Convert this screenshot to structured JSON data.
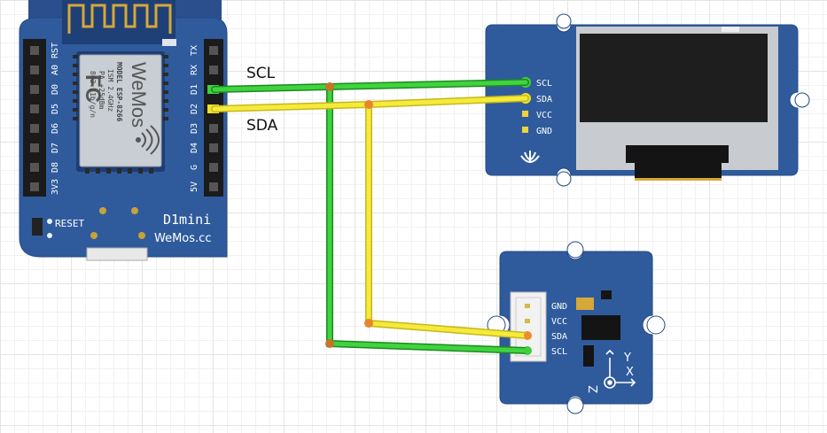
{
  "wire_labels": {
    "scl": "SCL",
    "sda": "SDA"
  },
  "d1mini": {
    "left_pins": [
      "RST",
      "A0",
      "D0",
      "D5",
      "D6",
      "D7",
      "D8",
      "3V3"
    ],
    "right_pins": [
      "TX",
      "RX",
      "D1",
      "D2",
      "D3",
      "D4",
      "G",
      "5V"
    ],
    "module_texts": [
      "MODEL ESP-8266",
      "ISM 2.4GHz",
      "PA +25dBm",
      "802.11b/g/n"
    ],
    "reset_label": "RESET",
    "name": "D1mini",
    "brand": "WeMos.cc",
    "fc_mark": "FC",
    "wemos_logo": "WeMos"
  },
  "oled": {
    "pins": [
      "SCL",
      "SDA",
      "VCC",
      "GND"
    ]
  },
  "sensor": {
    "pins": [
      "GND",
      "VCC",
      "SDA",
      "SCL"
    ],
    "axis_labels": [
      "Y",
      "X",
      "Z"
    ]
  },
  "colors": {
    "board_blue": "#2f5b9c",
    "wire_green": "#2dbb2d",
    "wire_yellow": "#f0e32a",
    "grid": "#e4e4e4"
  }
}
